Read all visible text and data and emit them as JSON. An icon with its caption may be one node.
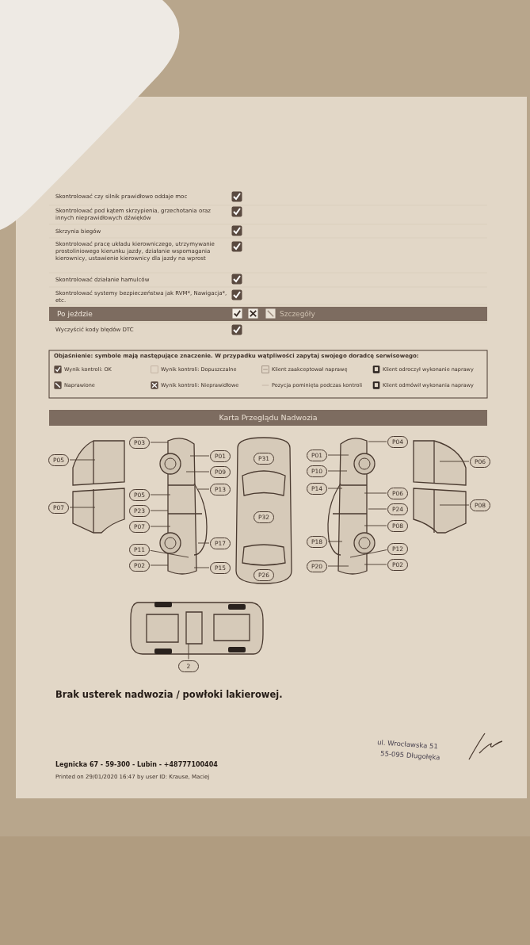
{
  "diagram": {
    "nodes": [
      {
        "text": [
          "P05"
        ]
      },
      {
        "text": [
          "P07"
        ]
      },
      {
        "text": [
          "P03"
        ]
      },
      {
        "text": [
          "P05"
        ]
      },
      {
        "text": [
          "P23"
        ]
      },
      {
        "text": [
          "P07"
        ]
      },
      {
        "text": [
          "P11"
        ]
      },
      {
        "text": [
          "P02"
        ]
      },
      {
        "text": [
          "P01"
        ]
      },
      {
        "text": [
          "P09"
        ]
      },
      {
        "text": [
          "P13"
        ]
      },
      {
        "text": [
          "P17"
        ]
      },
      {
        "text": [
          "P15"
        ]
      },
      {
        "text": [
          "P31"
        ]
      },
      {
        "text": [
          "P32"
        ]
      },
      {
        "text": [
          "P26"
        ]
      },
      {
        "text": [
          "P01"
        ]
      },
      {
        "text": [
          "P10"
        ]
      },
      {
        "text": [
          "P14"
        ]
      },
      {
        "text": [
          "P18"
        ]
      },
      {
        "text": [
          "P20"
        ]
      },
      {
        "text": [
          "P04"
        ]
      },
      {
        "text": [
          "P06"
        ]
      },
      {
        "text": [
          "P24"
        ]
      },
      {
        "text": [
          "P08"
        ]
      },
      {
        "text": [
          "P12"
        ]
      },
      {
        "text": [
          "P02"
        ]
      },
      {
        "text": [
          "P06"
        ]
      },
      {
        "text": [
          "P08"
        ]
      },
      {
        "text": [
          "2"
        ]
      }
    ],
    "edges": [
      {
        "from": 0,
        "to": null,
        "arrow": "none"
      },
      {
        "from": 1,
        "to": null,
        "arrow": "none"
      },
      {
        "from": 2,
        "to": null,
        "arrow": "none"
      },
      {
        "from": 3,
        "to": null,
        "arrow": "none"
      },
      {
        "from": 4,
        "to": null,
        "arrow": "none"
      },
      {
        "from": 5,
        "to": null,
        "arrow": "none"
      },
      {
        "from": 6,
        "to": null,
        "arrow": "none"
      },
      {
        "from": 7,
        "to": null,
        "arrow": "none"
      },
      {
        "from": 8,
        "to": null,
        "arrow": "none"
      },
      {
        "from": 9,
        "to": null,
        "arrow": "none"
      },
      {
        "from": 10,
        "to": null,
        "arrow": "none"
      },
      {
        "from": 11,
        "to": null,
        "arrow": "none"
      },
      {
        "from": 12,
        "to": null,
        "arrow": "none"
      },
      {
        "from": 16,
        "to": null,
        "arrow": "none"
      },
      {
        "from": 17,
        "to": null,
        "arrow": "none"
      },
      {
        "from": 18,
        "to": null,
        "arrow": "none"
      },
      {
        "from": 19,
        "to": null,
        "arrow": "none"
      },
      {
        "from": 20,
        "to": null,
        "arrow": "none"
      },
      {
        "from": 21,
        "to": null,
        "arrow": "none"
      },
      {
        "from": 22,
        "to": null,
        "arrow": "none"
      },
      {
        "from": 23,
        "to": null,
        "arrow": "none"
      },
      {
        "from": 24,
        "to": null,
        "arrow": "none"
      },
      {
        "from": 25,
        "to": null,
        "arrow": "none"
      },
      {
        "from": 26,
        "to": null,
        "arrow": "none"
      },
      {
        "from": 27,
        "to": null,
        "arrow": "none"
      },
      {
        "from": 28,
        "to": null,
        "arrow": "none"
      },
      {
        "from": 29,
        "to": null,
        "arrow": "none"
      }
    ],
    "labels": [
      "Skontrolować czy silnik prawidłowo oddaje moc",
      "Skontrolować pod kątem skrzypienia, grzechotania oraz innych nieprawidłowych dźwięków",
      "Skrzynia biegów",
      "Skontrolować pracę układu kierowniczego, utrzymywanie prostoliniowego kierunku jazdy, działanie wspomagania kierownicy, ustawienie kierownicy dla jazdy na wprost",
      "Skontrolować działanie hamulców",
      "Skontrolować systemy bezpieczeństwa jak RVM*, Nawigacja*, etc.",
      "Po jeździe",
      "Szczegóły",
      "Wyczyścić kody błędów DTC",
      "Objaśnienie: symbole mają następujące znaczenie. W przypadku wątpliwości zapytaj swojego doradcę serwisowego:",
      "Karta Przeglądu Nadwozia",
      "Brak usterek nadwozia / powłoki lakierowej.",
      "ul. Wrocławska 51",
      "55-095 Długołęka",
      "Legnicka 67 - 59-300 - Lubin - +48777100404",
      "Printed on 29/01/2020 16:47 by user ID: Krause, Maciej"
    ],
    "legend": [
      {
        "text": "Wynik kontroli: OK"
      },
      {
        "text": "Wynik kontroli: Dopuszczalne"
      },
      {
        "text": "Klient zaakceptował naprawę"
      },
      {
        "text": "Klient odroczył wykonanie naprawy"
      },
      {
        "text": "Naprawione"
      },
      {
        "text": "Wynik kontroli: Nieprawidłowe"
      },
      {
        "text": "Pozycja pominięta podczas kontroli"
      },
      {
        "text": "Klient odmówił wykonania naprawy"
      }
    ]
  }
}
